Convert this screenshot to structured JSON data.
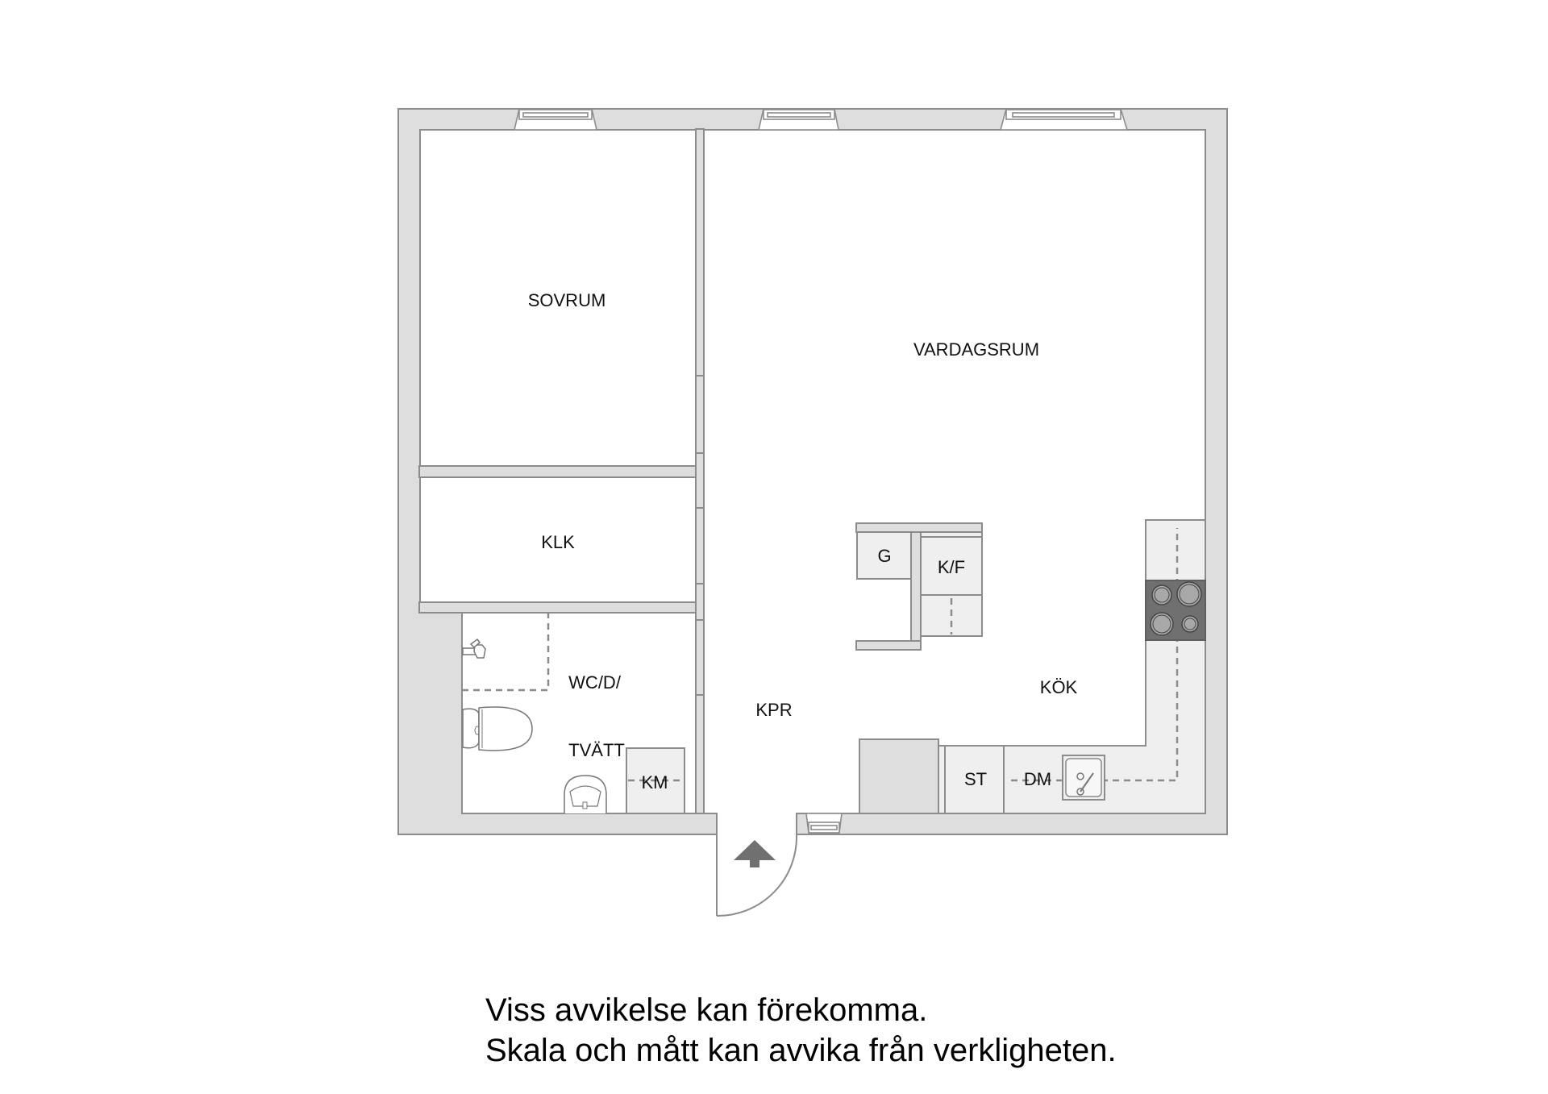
{
  "floorplan": {
    "rooms": {
      "sovrum": "SOVRUM",
      "vardagsrum": "VARDAGSRUM",
      "klk": "KLK",
      "wc_line1": "WC/D/",
      "wc_line2": "TVÄTT",
      "kpr": "KPR",
      "kok": "KÖK"
    },
    "appliances": {
      "g": "G",
      "kf": "K/F",
      "km": "KM",
      "st": "ST",
      "dm": "DM"
    },
    "icons": {
      "entrance": "entrance-arrow-icon",
      "cooktop": "cooktop-icon",
      "sink": "sink-icon",
      "toilet": "toilet-icon",
      "washbasin": "washbasin-icon",
      "shower": "shower-icon",
      "window": "window-icon",
      "door": "door-swing-icon"
    },
    "colors": {
      "wall_fill": "#dedede",
      "wall_stroke": "#8c8c8c",
      "fixture_fill": "#efefef",
      "cooktop_fill": "#707070",
      "arrow_fill": "#707070"
    }
  },
  "disclaimer": {
    "line1": "Viss avvikelse kan förekomma.",
    "line2": "Skala och mått kan avvika från verkligheten."
  }
}
